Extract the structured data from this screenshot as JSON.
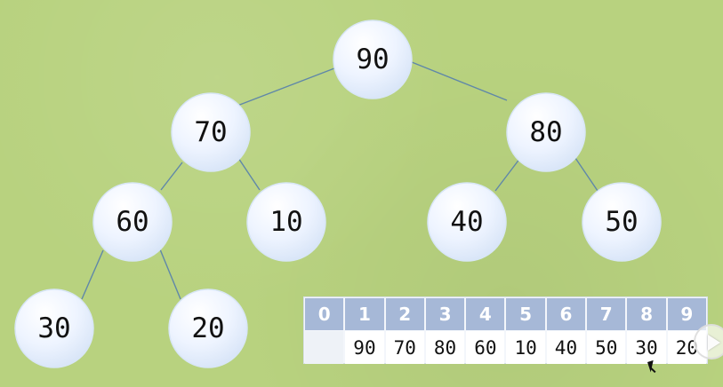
{
  "tree": {
    "nodes": {
      "root": "90",
      "left": "70",
      "right": "80",
      "left_left": "60",
      "left_right": "10",
      "right_left": "40",
      "right_right": "50",
      "left_left_left": "30",
      "left_left_right": "20"
    }
  },
  "array": {
    "indices": [
      "0",
      "1",
      "2",
      "3",
      "4",
      "5",
      "6",
      "7",
      "8",
      "9"
    ],
    "values": [
      "",
      "90",
      "70",
      "80",
      "60",
      "10",
      "40",
      "50",
      "30",
      "20"
    ]
  },
  "icons": {
    "play": "play-icon",
    "cursor": "cursor-icon"
  },
  "colors": {
    "background": "#b8d27f",
    "node_fill": "#eaf2ff",
    "edge": "#5f87a9",
    "array_header": "#a6b8d7"
  }
}
